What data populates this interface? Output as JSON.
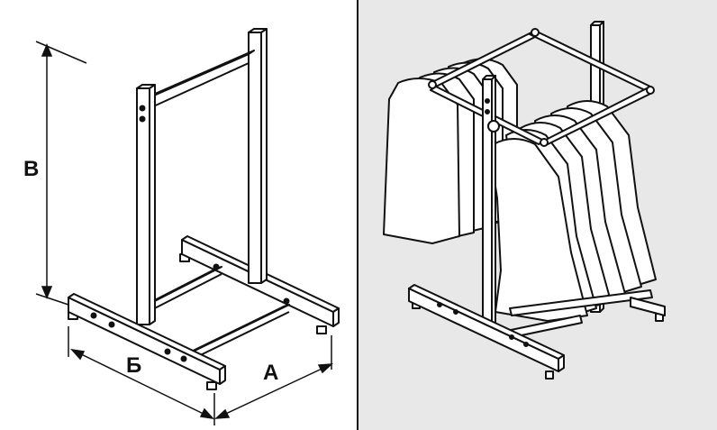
{
  "dimensions": {
    "height_label": "В",
    "length_label": "Б",
    "depth_label": "А"
  },
  "colors": {
    "line": "#111111",
    "metal": "#ffffff",
    "right_background": "#e8e8e8",
    "garment": "#ffffff"
  }
}
